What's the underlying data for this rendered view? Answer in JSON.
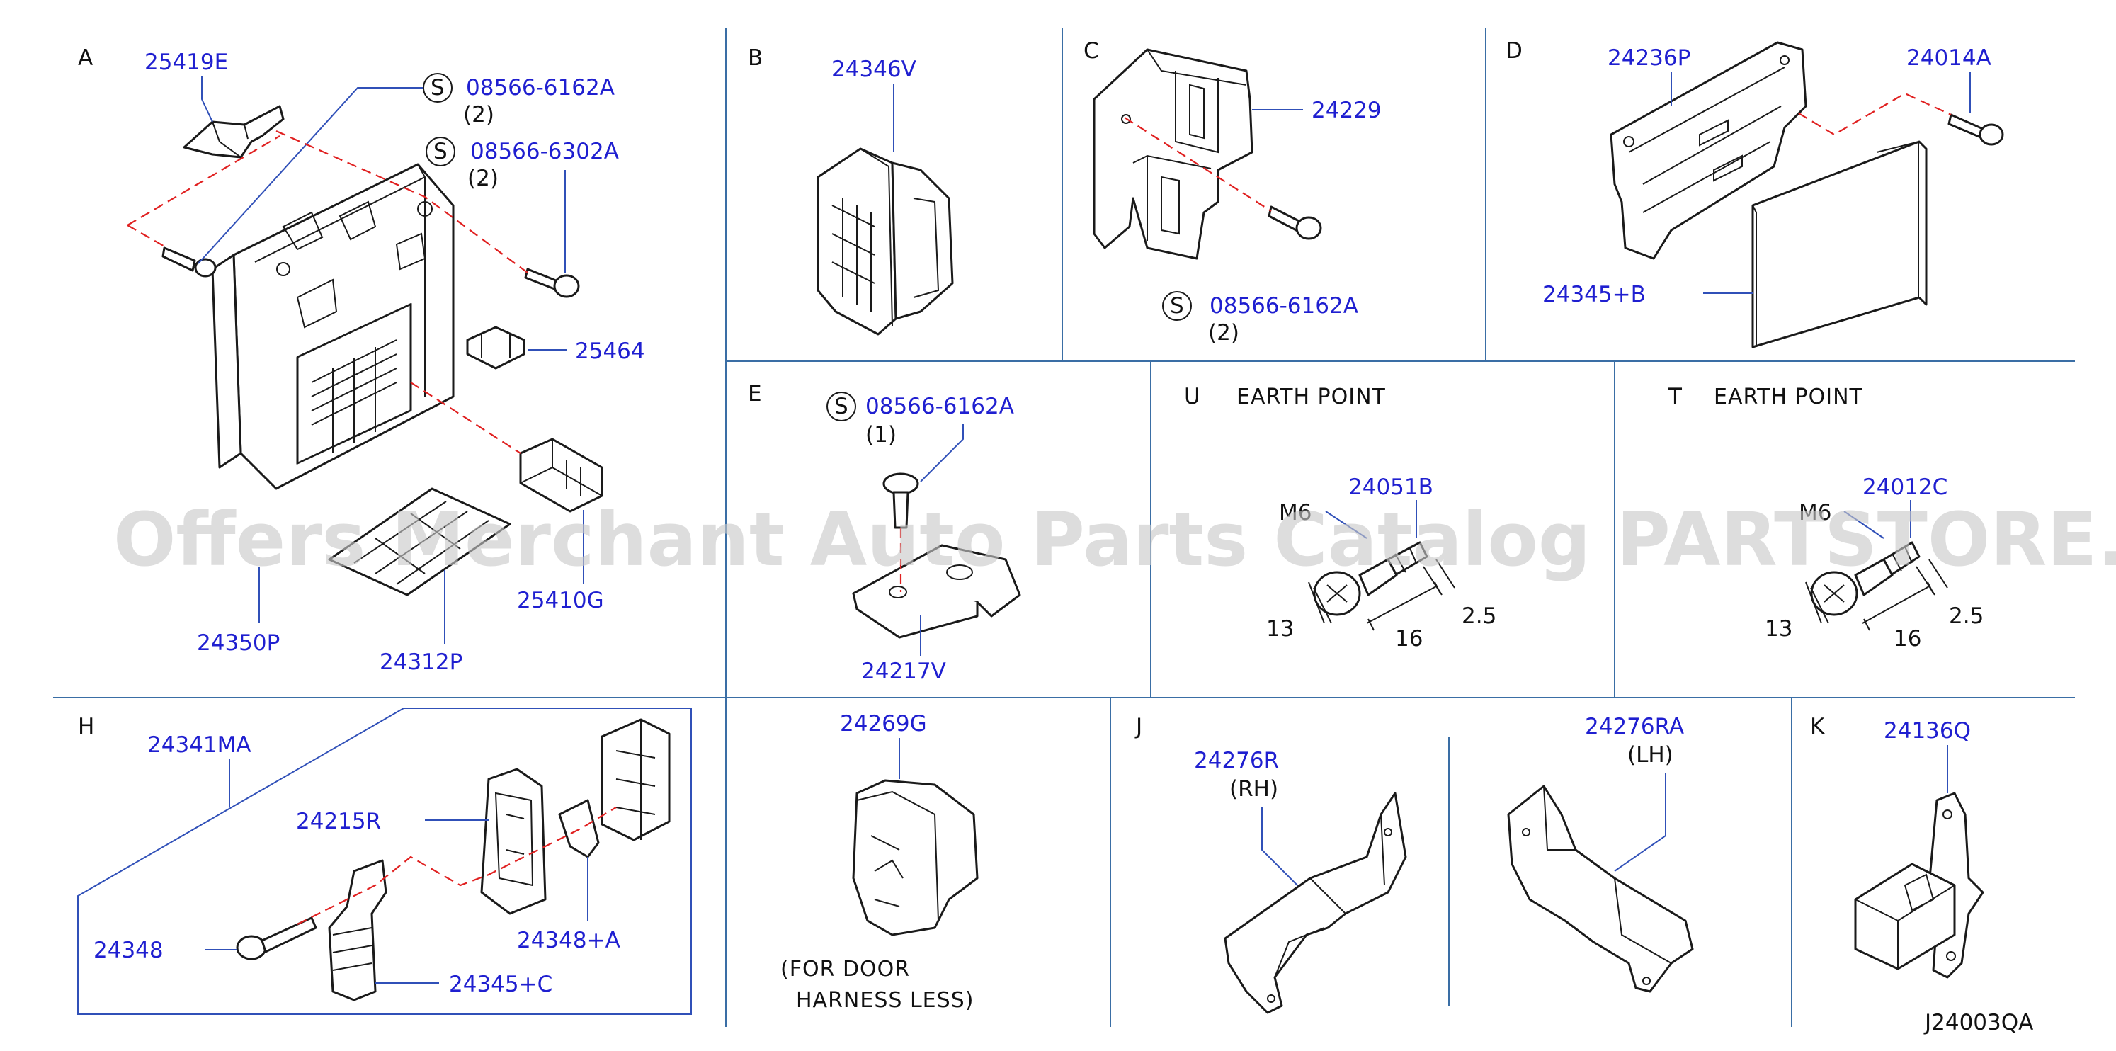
{
  "diagram_code": "J24003QA",
  "watermark": "Offers Merchant Auto Parts Catalog PARTSTORE.SA",
  "sections": {
    "A": {
      "label": "A",
      "parts": [
        "25419E",
        "08566-6162A",
        "08566-6302A",
        "25464",
        "25410G",
        "24350P",
        "24312P"
      ],
      "qty": [
        "(2)",
        "(2)"
      ]
    },
    "B": {
      "label": "B",
      "parts": [
        "24346V"
      ]
    },
    "C": {
      "label": "C",
      "parts": [
        "24229",
        "08566-6162A"
      ],
      "qty": [
        "(2)"
      ]
    },
    "D": {
      "label": "D",
      "parts": [
        "24236P",
        "24014A",
        "24345+B"
      ]
    },
    "E": {
      "label": "E",
      "parts": [
        "08566-6162A",
        "24217V"
      ],
      "qty": [
        "(1)"
      ]
    },
    "U": {
      "label": "U",
      "title": "EARTH POINT",
      "parts": [
        "24051B"
      ],
      "bolt": "M6",
      "dims": [
        "13",
        "16",
        "2.5"
      ]
    },
    "T": {
      "label": "T",
      "title": "EARTH POINT",
      "parts": [
        "24012C"
      ],
      "bolt": "M6",
      "dims": [
        "13",
        "16",
        "2.5"
      ]
    },
    "H": {
      "label": "H",
      "parts": [
        "24341MA",
        "24215R",
        "24348",
        "24348+A",
        "24345+C"
      ]
    },
    "G": {
      "parts": [
        "24269G"
      ],
      "note": [
        "(FOR DOOR",
        "HARNESS LESS)"
      ]
    },
    "J": {
      "label": "J",
      "parts": [
        "24276R",
        "24276RA"
      ],
      "sides": [
        "(RH)",
        "(LH)"
      ]
    },
    "K": {
      "label": "K",
      "parts": [
        "24136Q"
      ]
    }
  },
  "standard_symbol": "S",
  "colors": {
    "part_number": "#1f1fd0",
    "leader": "#3050b8",
    "grid": "#3a6ea5",
    "centerline": "#e02020",
    "text": "#111111"
  }
}
